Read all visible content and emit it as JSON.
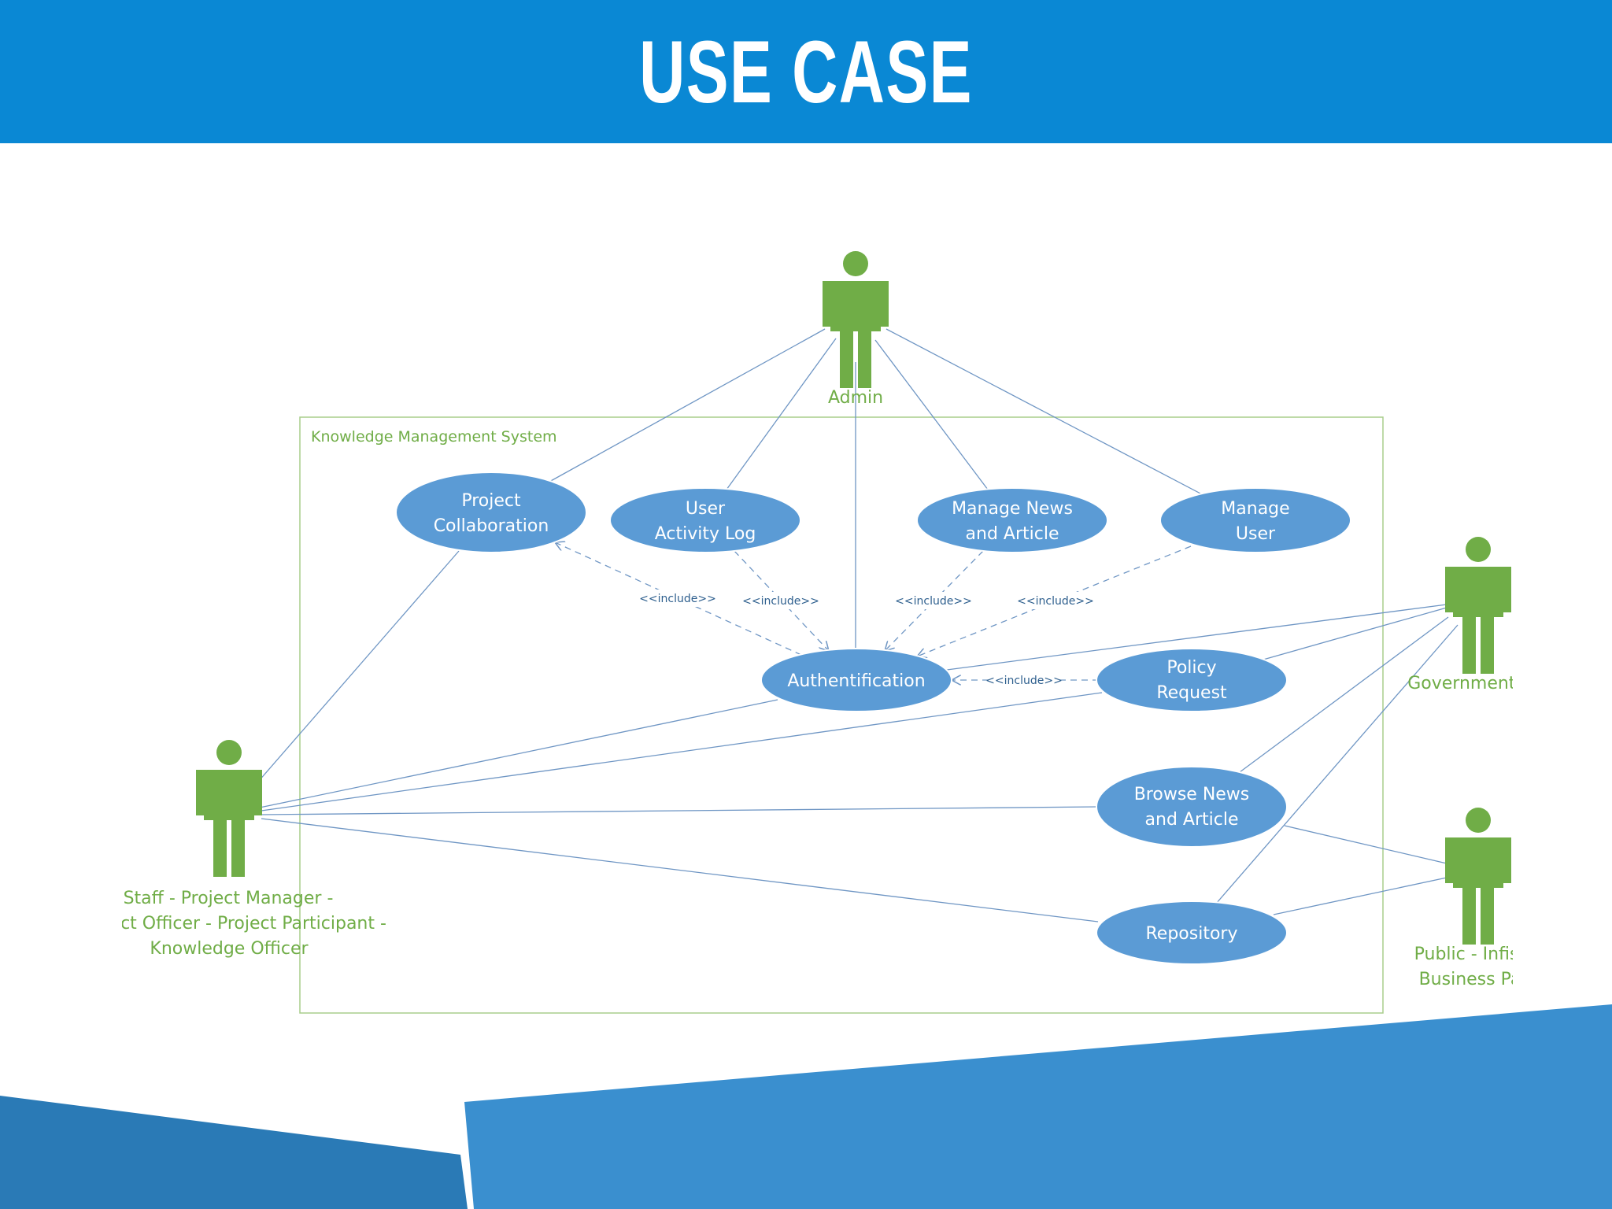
{
  "slide": {
    "title": "USE CASE"
  },
  "system": {
    "label": "Knowledge Management System"
  },
  "actors": {
    "admin": {
      "label": "Admin"
    },
    "government": {
      "label": "Government C"
    },
    "staff": {
      "line1": "Staff  - Project Manager -",
      "line2": "ct Officer - Project Participant -",
      "line3": "Knowledge Officer"
    },
    "public": {
      "line1": "Public - Infish",
      "line2": "Business Par"
    }
  },
  "use_cases": {
    "project_collaboration": {
      "line1": "Project",
      "line2": "Collaboration"
    },
    "user_activity_log": {
      "line1": "User",
      "line2": "Activity Log"
    },
    "manage_news": {
      "line1": "Manage News",
      "line2": "and Article"
    },
    "manage_user": {
      "line1": "Manage",
      "line2": "User"
    },
    "authentification": {
      "line1": "Authentification"
    },
    "policy_request": {
      "line1": "Policy",
      "line2": "Request"
    },
    "browse_news": {
      "line1": "Browse News",
      "line2": "and Article"
    },
    "repository": {
      "line1": "Repository"
    }
  },
  "include_label": "<<include>>",
  "colors": {
    "header": "#0a88d4",
    "actor": "#70ad47",
    "use_case": "#5b9bd5",
    "line": "#6f96c4",
    "footer": "#3a8fcf"
  }
}
